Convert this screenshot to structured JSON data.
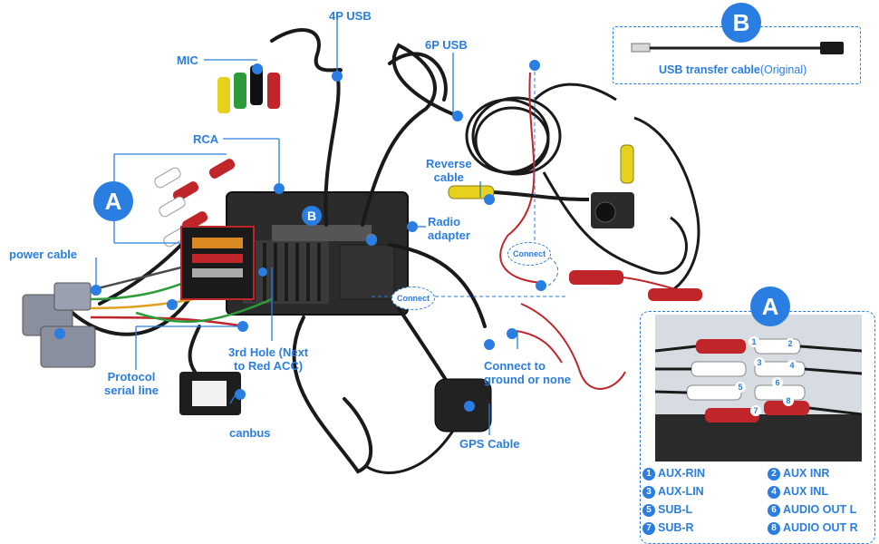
{
  "colors": {
    "accent": "#2a7de1",
    "wire_dark": "#1a1a1a",
    "wire_red": "#c0252a",
    "wire_yellow": "#e6d21e"
  },
  "labels": {
    "usb4p": "4P USB",
    "usb6p": "6P USB",
    "mic": "MIC",
    "rca": "RCA",
    "power_cable": "power cable",
    "reverse_cable_line1": "Reverse",
    "reverse_cable_line2": "cable",
    "radio_adapter_line1": "Radio",
    "radio_adapter_line2": "adapter",
    "third_hole_line1": "3rd Hole (Next",
    "third_hole_line2": "to Red ACC)",
    "protocol_line1": "Protocol",
    "protocol_line2": "serial line",
    "canbus": "canbus",
    "gps_cable": "GPS Cable",
    "ground_line1": "Connect to",
    "ground_line2": "ground or none",
    "connect": "Connect"
  },
  "badges": {
    "a": "A",
    "b": "B"
  },
  "usb_transfer": {
    "label": "USB transfer cable",
    "note": "(Original)"
  },
  "inset": {
    "legend": [
      {
        "num": "1",
        "text": "AUX-RIN"
      },
      {
        "num": "2",
        "text": "AUX INR"
      },
      {
        "num": "3",
        "text": "AUX-LIN"
      },
      {
        "num": "4",
        "text": "AUX INL"
      },
      {
        "num": "5",
        "text": "SUB-L"
      },
      {
        "num": "6",
        "text": "AUDIO OUT L"
      },
      {
        "num": "7",
        "text": "SUB-R"
      },
      {
        "num": "8",
        "text": "AUDIO OUT R"
      }
    ]
  }
}
